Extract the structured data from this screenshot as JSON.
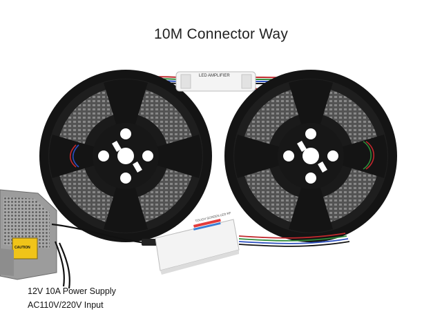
{
  "title": "10M Connector Way",
  "amplifier": {
    "label": "LED AMPLIFIER"
  },
  "controller": {
    "label": "TOUCH SCREEN LED RF"
  },
  "power_supply": {
    "warning": "CAUTION"
  },
  "captions": {
    "line1": "12V 10A Power Supply",
    "line2": "AC110V/220V Input"
  },
  "colors": {
    "reel": "#141414",
    "strip": "#5a5a5a",
    "led": "#8a8a8a",
    "wire_red": "#c0282d",
    "wire_green": "#2e8b3a",
    "wire_blue": "#2b4fbf",
    "caution": "#f0c419"
  }
}
